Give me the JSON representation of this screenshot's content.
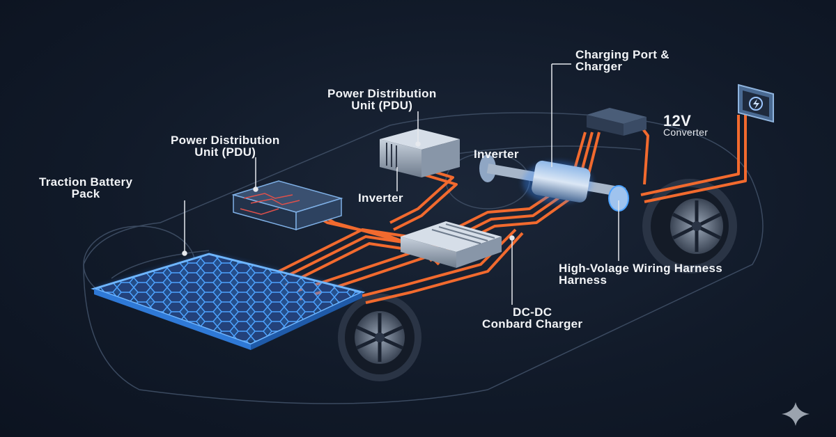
{
  "diagram": {
    "type": "ev-powertrain-cutaway",
    "background_color": "#111a29",
    "accent_colors": {
      "wiring": "#f26a2e",
      "battery_glow": "#3a8dff",
      "outline": "#3b4a60"
    },
    "labels": {
      "charging_port": {
        "line1": "Charging Port &",
        "line2": "Charger"
      },
      "converter_12v": {
        "line1": "12V",
        "line2": "Converter"
      },
      "pdu_top": {
        "line1": "Power Distribution",
        "line2": "Unit (PDU)"
      },
      "pdu_left": {
        "line1": "Power Distribution",
        "line2": "Unit (PDU)"
      },
      "inverter_right": {
        "line1": "Inverter"
      },
      "inverter_mid": {
        "line1": "Inverter"
      },
      "battery": {
        "line1": "Traction Battery",
        "line2": "Pack"
      },
      "harness": {
        "line1": "High-Volage Wiring Harness",
        "line2": "Harness"
      },
      "dcdc": {
        "line1": "DC-DC",
        "line2": "Conbard Charger"
      }
    },
    "icons": {
      "charge_port": "lightning-bolt-icon",
      "watermark": "sparkle-icon"
    }
  }
}
